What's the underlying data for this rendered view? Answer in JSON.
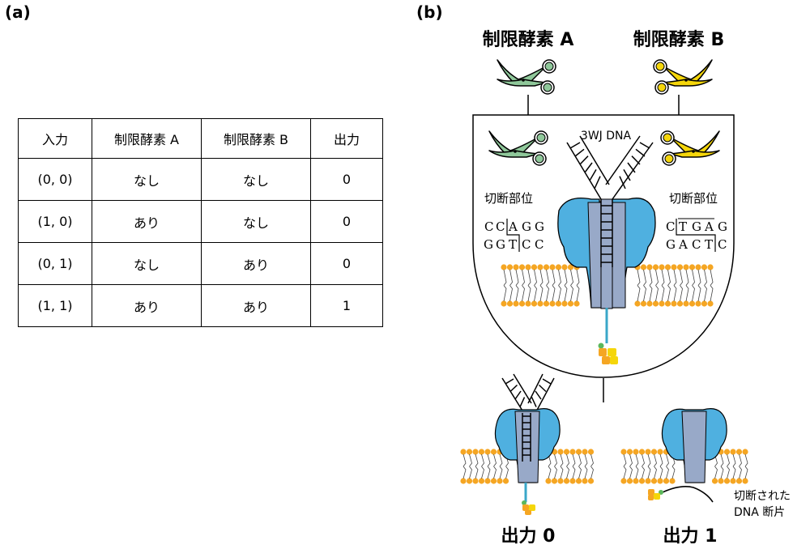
{
  "panel_a": {
    "label": "(a)",
    "table": {
      "headers": [
        "入力",
        "制限酵素 A",
        "制限酵素 B",
        "出力"
      ],
      "rows": [
        [
          "(0, 0)",
          "なし",
          "なし",
          "0"
        ],
        [
          "(1, 0)",
          "あり",
          "なし",
          "0"
        ],
        [
          "(0, 1)",
          "なし",
          "あり",
          "0"
        ],
        [
          "(1, 1)",
          "あり",
          "あり",
          "1"
        ]
      ]
    }
  },
  "panel_b": {
    "label": "(b)",
    "enzyme_a_title": "制限酵素 A",
    "enzyme_b_title": "制限酵素 B",
    "dna_label": "3WJ DNA",
    "cut_site_left": "切断部位",
    "cut_site_right": "切断部位",
    "seq_left": {
      "top": [
        "C",
        "C",
        "A",
        "G",
        "G"
      ],
      "bottom": [
        "G",
        "G",
        "T",
        "C",
        "C"
      ]
    },
    "seq_right": {
      "top": [
        "C",
        "T",
        "G",
        "A",
        "G"
      ],
      "bottom": [
        "G",
        "A",
        "C",
        "T",
        "C"
      ]
    },
    "output0_label": "出力 0",
    "output1_label": "出力 1",
    "fragment_label_line1": "切断された",
    "fragment_label_line2": "DNA 断片"
  },
  "colors": {
    "scissors_a": "#8fc89a",
    "scissors_b": "#f5d60a",
    "pore_blue": "#4fb0e0",
    "pore_gray": "#98a9c8",
    "lipid": "#f5a623",
    "tail": "#3aa7c8"
  }
}
